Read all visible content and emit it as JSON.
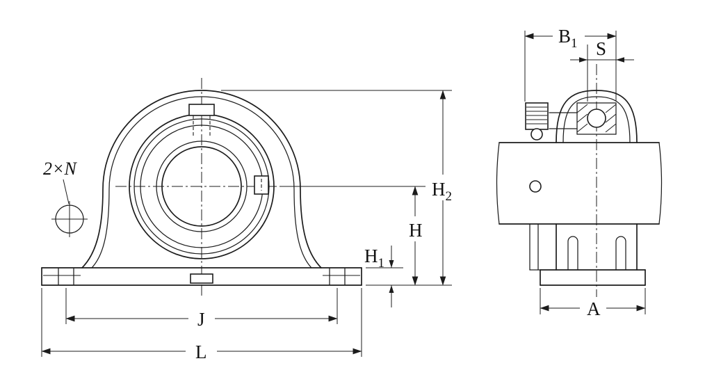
{
  "page": {
    "background": "#ffffff",
    "line_color": "#1c1c1c"
  },
  "front_view": {
    "callout_2xN": {
      "base": "2×N",
      "sub": ""
    },
    "dim_H2": {
      "base": "H",
      "sub": "2"
    },
    "dim_H": {
      "base": "H",
      "sub": ""
    },
    "dim_H1": {
      "base": "H",
      "sub": "1"
    },
    "dim_J": {
      "base": "J",
      "sub": ""
    },
    "dim_L": {
      "base": "L",
      "sub": ""
    }
  },
  "side_view": {
    "dim_B1": {
      "base": "B",
      "sub": "1"
    },
    "dim_S": {
      "base": "S",
      "sub": ""
    },
    "dim_A": {
      "base": "A",
      "sub": ""
    }
  }
}
